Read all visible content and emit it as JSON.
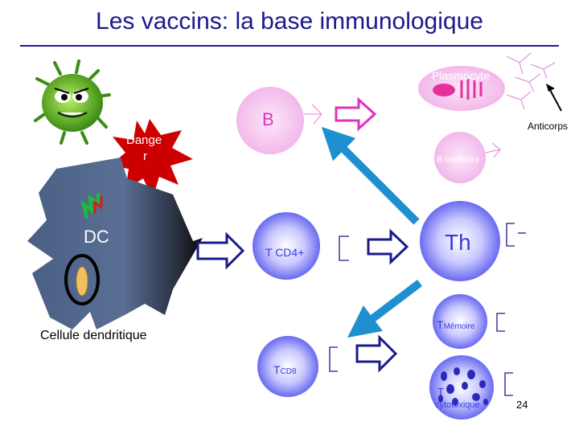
{
  "title": "Les vaccins: la base immunologique",
  "labels": {
    "plasmocyte": "Plasmocyte",
    "b_cell": "B",
    "anticorps": "Anticorps",
    "danger_line1": "Dange",
    "danger_line2": "r",
    "b_memoire": "B mémoire",
    "dc": "DC",
    "t_cd4": "T CD4+",
    "th": "Th",
    "cellule_dendritique": "Cellule dendritique",
    "t_memoire_t": "T",
    "t_memoire_sub": "Mémoire",
    "t_cd8_t": "T",
    "t_cd8_sub": "CD8",
    "t_cyto_t": "T",
    "t_cyto_sub": "cytotoxique",
    "page_number": "24"
  },
  "colors": {
    "title": "#1a1a8c",
    "arrow_outline": "#1a1a8c",
    "pink_arrow": "#e030c0",
    "blue_arrow": "#1e90d0",
    "danger": "#cc0000",
    "b_cell": "#f5c8ef",
    "t_cell": "#7b7bff"
  }
}
